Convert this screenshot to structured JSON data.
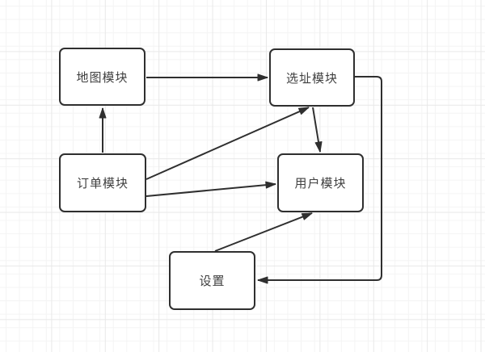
{
  "diagram": {
    "nodes": [
      {
        "id": "map-module",
        "label": "地图模块"
      },
      {
        "id": "site-selection-module",
        "label": "选址模块"
      },
      {
        "id": "order-module",
        "label": "订单模块"
      },
      {
        "id": "user-module",
        "label": "用户模块"
      },
      {
        "id": "settings",
        "label": "设置"
      }
    ],
    "edges": [
      {
        "from": "地图模块",
        "to": "选址模块"
      },
      {
        "from": "订单模块",
        "to": "地图模块"
      },
      {
        "from": "订单模块",
        "to": "选址模块"
      },
      {
        "from": "订单模块",
        "to": "用户模块"
      },
      {
        "from": "选址模块",
        "to": "用户模块"
      },
      {
        "from": "选址模块",
        "to": "设置"
      },
      {
        "from": "设置",
        "to": "用户模块"
      }
    ],
    "colors": {
      "stroke": "#2f2f2f",
      "node_fill": "#ffffff",
      "text": "#3f3f3f",
      "grid_minor": "#f4f4f4",
      "grid_major": "#e8e8e8",
      "background": "#ffffff"
    }
  }
}
